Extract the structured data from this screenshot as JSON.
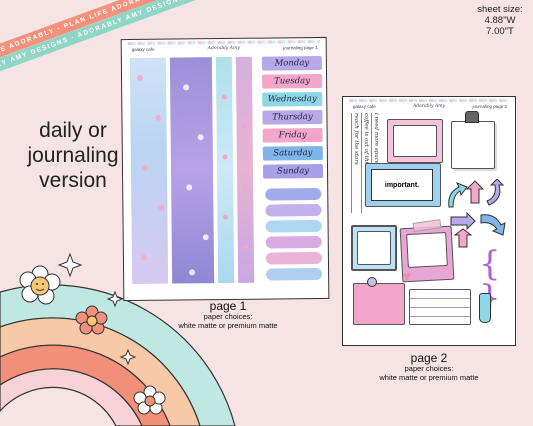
{
  "ribbons": {
    "top": "PLAN LIFE ADORABLY · PLAN LIFE ADORABLY · PLAN LIFE ADORABLY",
    "bottom": "ADORABLY AMY DESIGNS · ADORABLY AMY DESIGNS · ADORABLY"
  },
  "sheet_size": {
    "label": "sheet size:",
    "width": "4.88\"W",
    "height": "7.00\"T"
  },
  "version_text": [
    "daily or",
    "journaling",
    "version"
  ],
  "page1": {
    "header_left": "galaxy cafe",
    "header_center": "Adorably Amy",
    "header_right": "journaling page 1",
    "days": [
      "Monday",
      "Tuesday",
      "Wednesday",
      "Thursday",
      "Friday",
      "Saturday",
      "Sunday"
    ],
    "caption": {
      "title": "page 1",
      "line1": "paper choices:",
      "line2": "white matte or premium matte"
    }
  },
  "page2": {
    "header_left": "galaxy cafe",
    "header_center": "Adorably Amy",
    "header_right": "journaling page 2",
    "quotes": [
      "reach for the stars",
      "coffee is out of this world",
      "i need more space"
    ],
    "important_label": "important.",
    "caption": {
      "title": "page 2",
      "line1": "paper choices:",
      "line2": "white matte or premium matte"
    }
  },
  "colors": {
    "background": "#f6e3e3",
    "coral": "#f4917c",
    "mint": "#8fd6c7",
    "lavender": "#b9a7e8",
    "sky": "#7fb5e8",
    "pink": "#f2a6c9"
  }
}
